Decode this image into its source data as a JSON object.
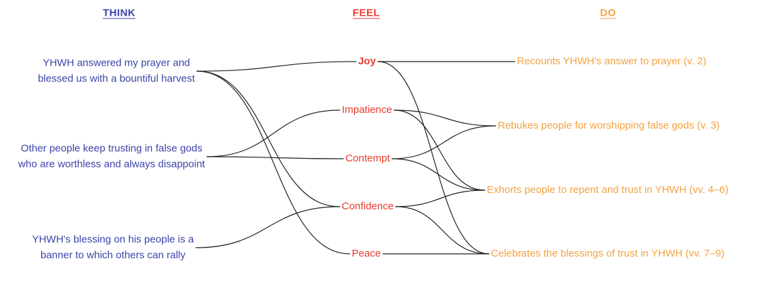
{
  "header": {
    "think": "THINK",
    "feel": "FEEL",
    "do": "DO"
  },
  "colors": {
    "think": "#3b43a8",
    "feel": "#e93b2d",
    "do": "#f2a341",
    "edge": "#1f1f1f"
  },
  "think": {
    "items": [
      {
        "id": "t1",
        "lines": [
          "YHWH answered my prayer and",
          "blessed us with a bountiful harvest"
        ]
      },
      {
        "id": "t2",
        "lines": [
          "Other people keep trusting in false gods",
          "who are worthless and always disappoint"
        ]
      },
      {
        "id": "t3",
        "lines": [
          "YHWH's blessing on his people is a",
          "banner to which others can rally"
        ]
      }
    ]
  },
  "feel": {
    "items": [
      {
        "id": "f1",
        "text": "Joy",
        "bold": true
      },
      {
        "id": "f2",
        "text": "Impatience",
        "bold": false
      },
      {
        "id": "f3",
        "text": "Contempt",
        "bold": false
      },
      {
        "id": "f4",
        "text": "Confidence",
        "bold": false
      },
      {
        "id": "f5",
        "text": "Peace",
        "bold": false
      }
    ]
  },
  "do": {
    "items": [
      {
        "id": "d1",
        "text": "Recounts YHWH's answer to prayer (v. 2)"
      },
      {
        "id": "d2",
        "text": "Rebukes people for worshipping false gods (v. 3)"
      },
      {
        "id": "d3",
        "text": "Exhorts people to repent and trust in YHWH (vv. 4–6)"
      },
      {
        "id": "d4",
        "text": "Celebrates the blessings of trust in YHWH (vv. 7–9)"
      }
    ]
  },
  "edges": [
    [
      "t1",
      "f1"
    ],
    [
      "t1",
      "f4"
    ],
    [
      "t1",
      "f5"
    ],
    [
      "t2",
      "f2"
    ],
    [
      "t2",
      "f3"
    ],
    [
      "t3",
      "f4"
    ],
    [
      "f1",
      "d1"
    ],
    [
      "f1",
      "d4"
    ],
    [
      "f2",
      "d2"
    ],
    [
      "f2",
      "d3"
    ],
    [
      "f3",
      "d2"
    ],
    [
      "f3",
      "d3"
    ],
    [
      "f4",
      "d3"
    ],
    [
      "f4",
      "d4"
    ],
    [
      "f5",
      "d4"
    ]
  ]
}
